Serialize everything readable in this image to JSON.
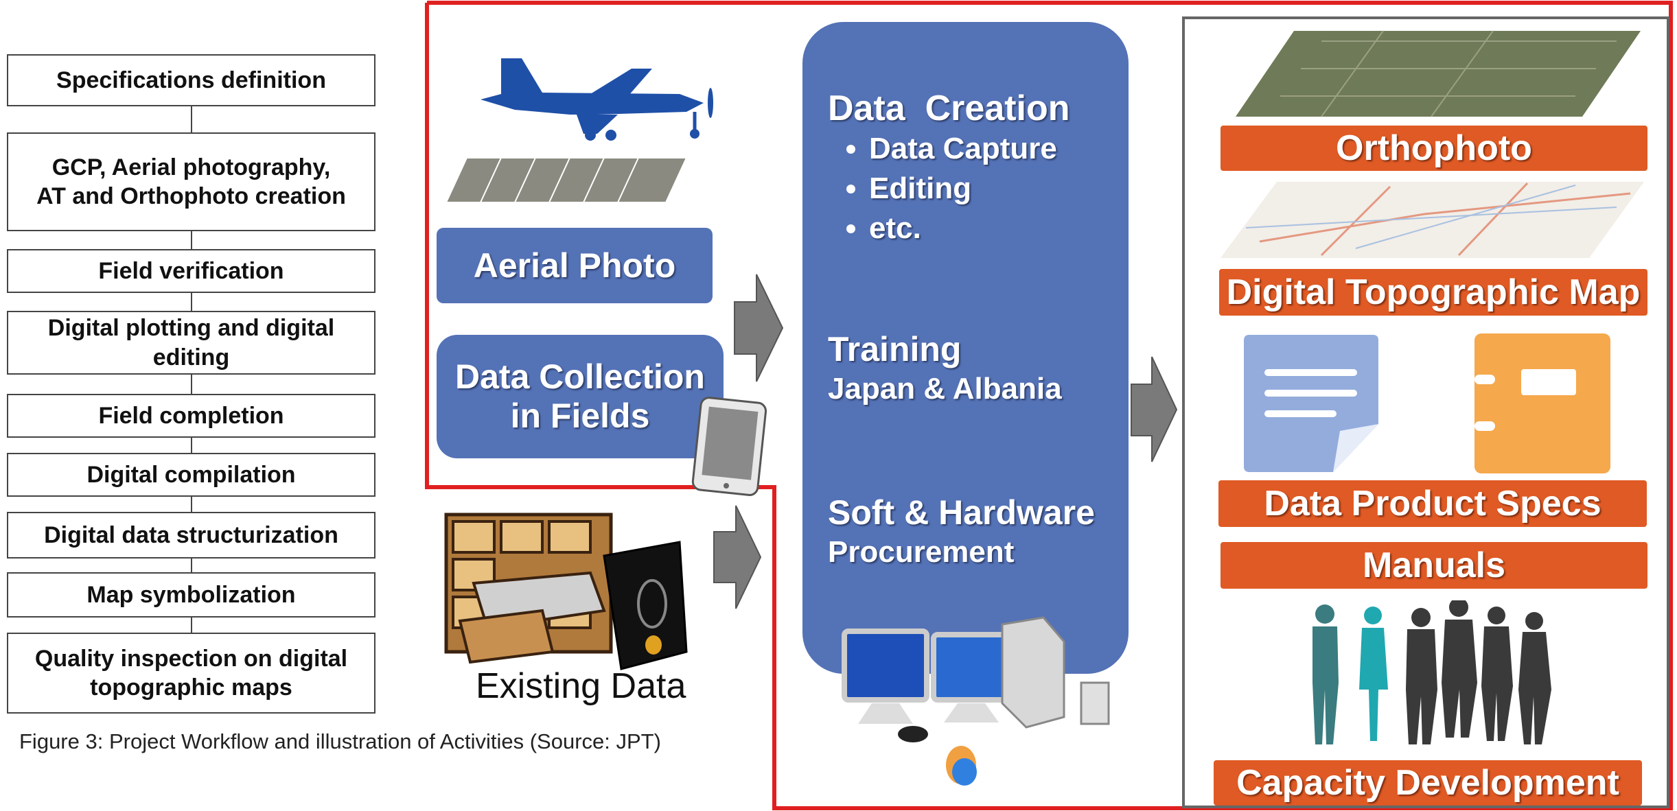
{
  "workflow": {
    "steps": [
      "Specifications definition",
      "GCP, Aerial photography,\nAT and Orthophoto creation",
      "Field verification",
      "Digital plotting and digital editing",
      "Field completion",
      "Digital compilation",
      "Digital data structurization",
      "Map symbolization",
      "Quality inspection on digital topographic maps"
    ]
  },
  "caption": "Figure 3: Project Workflow and illustration of Activities (Source: JPT)",
  "inputs": {
    "aerial_photo": "Aerial Photo",
    "data_collection_line1": "Data Collection",
    "data_collection_line2": "in Fields",
    "existing_data": "Existing Data"
  },
  "activities": {
    "data_creation_title": "Data  Creation",
    "data_creation_items": [
      "Data Capture",
      "Editing",
      "etc."
    ],
    "training_line1": "Training",
    "training_line2": "Japan & Albania",
    "procurement_line1": "Soft & Hardware",
    "procurement_line2": "Procurement"
  },
  "outputs": {
    "orthophoto": "Orthophoto",
    "topo_map": "Digital Topographic Map",
    "specs": "Data Product Specs",
    "manuals": "Manuals",
    "capacity": "Capacity Development"
  },
  "colors": {
    "blue": "#5472b6",
    "orange": "#df5a24",
    "red_frame": "#e02020",
    "gray_frame": "#666666",
    "arrow": "#7a7a7a"
  }
}
